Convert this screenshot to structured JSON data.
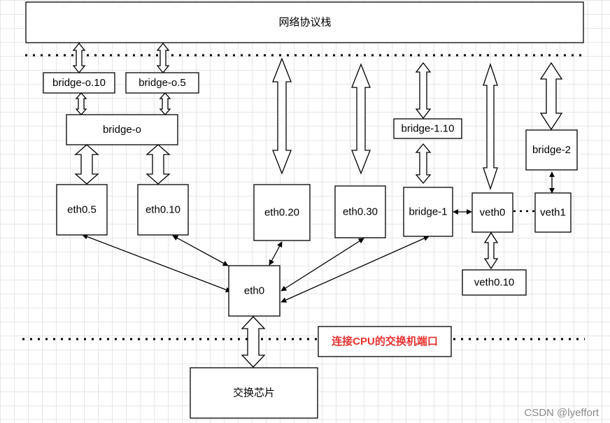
{
  "nodes": {
    "stack": "网络协议栈",
    "bridge_o_10": "bridge-o.10",
    "bridge_o_5": "bridge-o.5",
    "bridge_o": "bridge-o",
    "eth0_5": "eth0.5",
    "eth0_10": "eth0.10",
    "eth0_20": "eth0.20",
    "eth0_30": "eth0.30",
    "bridge_1_10": "bridge-1.10",
    "bridge_1": "bridge-1",
    "veth0": "veth0",
    "veth1": "veth1",
    "bridge_2": "bridge-2",
    "veth0_10": "veth0.10",
    "eth0": "eth0",
    "switch_chip": "交换芯片"
  },
  "annotations": {
    "cpu_port": "连接CPU的交换机端口"
  },
  "watermark": "CSDN @lyeffort"
}
